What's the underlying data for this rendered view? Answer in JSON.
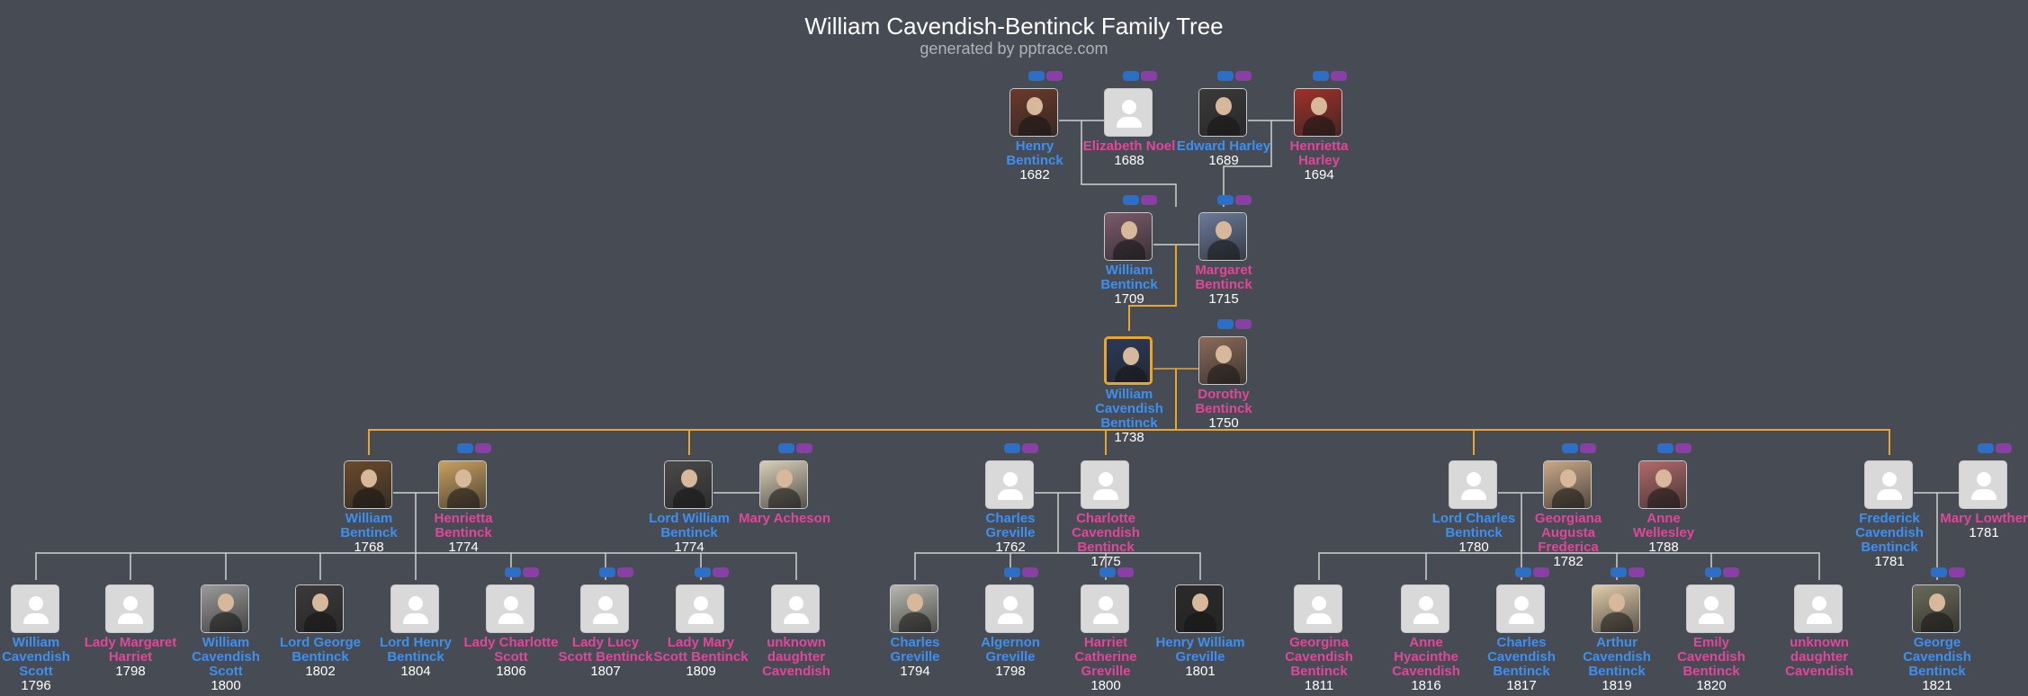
{
  "title": "William Cavendish-Bentinck Family Tree",
  "subtitle": "generated by pptrace.com",
  "colors": {
    "background": "#474c54",
    "male": "#3d8ff0",
    "female": "#e0469a",
    "lineage": "#e8a62a",
    "connector": "#d0d0d0"
  },
  "people": [
    {
      "id": "henry_bentinck",
      "name": "Henry Bentinck",
      "year": "1682",
      "sex": "m",
      "photo": "portrait",
      "tone": "#6b3a2a",
      "badges": true
    },
    {
      "id": "elizabeth_noel",
      "name": "Elizabeth Noel",
      "year": "1688",
      "sex": "f",
      "photo": "placeholder",
      "badges": true
    },
    {
      "id": "edward_harley",
      "name": "Edward Harley",
      "year": "1689",
      "sex": "m",
      "photo": "portrait",
      "tone": "#3a3a3a",
      "badges": true
    },
    {
      "id": "henrietta_harley",
      "name": "Henrietta Harley",
      "year": "1694",
      "sex": "f",
      "photo": "portrait",
      "tone": "#a0302a",
      "badges": true
    },
    {
      "id": "william_bentinck_1709",
      "name": "William Bentinck",
      "year": "1709",
      "sex": "m",
      "photo": "portrait",
      "tone": "#7a5a6a",
      "badges": true
    },
    {
      "id": "margaret_bentinck",
      "name": "Margaret Bentinck",
      "year": "1715",
      "sex": "f",
      "photo": "portrait",
      "tone": "#6a7a9a",
      "badges": true
    },
    {
      "id": "william_cavendish_bentinck",
      "name": "William Cavendish Bentinck",
      "year": "1738",
      "sex": "m",
      "photo": "portrait",
      "tone": "#2a3a5a",
      "highlight": true
    },
    {
      "id": "dorothy_bentinck",
      "name": "Dorothy Bentinck",
      "year": "1750",
      "sex": "f",
      "photo": "portrait",
      "tone": "#8a6a5a",
      "badges": true
    },
    {
      "id": "william_bentinck_1768",
      "name": "William Bentinck",
      "year": "1768",
      "sex": "m",
      "photo": "portrait",
      "tone": "#6a4a2a"
    },
    {
      "id": "henrietta_bentinck",
      "name": "Henrietta Bentinck",
      "year": "1774",
      "sex": "f",
      "photo": "portrait",
      "tone": "#c8a060",
      "badges": true
    },
    {
      "id": "lord_william_bentinck",
      "name": "Lord William Bentinck",
      "year": "1774",
      "sex": "m",
      "photo": "portrait",
      "tone": "#4a4a4a"
    },
    {
      "id": "mary_acheson",
      "name": "Mary Acheson",
      "year": "",
      "sex": "f",
      "photo": "portrait",
      "tone": "#d8cdb8",
      "badges": true
    },
    {
      "id": "charles_greville_1762",
      "name": "Charles Greville",
      "year": "1762",
      "sex": "m",
      "photo": "placeholder",
      "badges": true
    },
    {
      "id": "charlotte_cavendish_bentinck",
      "name": "Charlotte Cavendish Bentinck",
      "year": "1775",
      "sex": "f",
      "photo": "placeholder"
    },
    {
      "id": "lord_charles_bentinck",
      "name": "Lord Charles Bentinck",
      "year": "1780",
      "sex": "m",
      "photo": "placeholder"
    },
    {
      "id": "georgiana_augusta_frederica",
      "name": "Georgiana Augusta Frederica",
      "year": "1782",
      "sex": "f",
      "photo": "portrait",
      "tone": "#c8a888",
      "badges": true
    },
    {
      "id": "anne_wellesley",
      "name": "Anne Wellesley",
      "year": "1788",
      "sex": "f",
      "photo": "portrait",
      "tone": "#b06a6a",
      "badges": true
    },
    {
      "id": "frederick_cavendish_bentinck",
      "name": "Frederick Cavendish Bentinck",
      "year": "1781",
      "sex": "m",
      "photo": "placeholder"
    },
    {
      "id": "mary_lowther",
      "name": "Mary Lowther",
      "year": "1781",
      "sex": "f",
      "photo": "placeholder",
      "badges": true
    },
    {
      "id": "william_cavendish_scott",
      "name": "William Cavendish Scott",
      "year": "1796",
      "sex": "m",
      "photo": "placeholder"
    },
    {
      "id": "lady_margaret_harriet",
      "name": "Lady Margaret Harriet",
      "year": "1798",
      "sex": "f",
      "photo": "placeholder"
    },
    {
      "id": "william_cavendish_scott_1800",
      "name": "William Cavendish Scott",
      "year": "1800",
      "sex": "m",
      "photo": "portrait",
      "tone": "#9a9a9a"
    },
    {
      "id": "lord_george_bentinck",
      "name": "Lord George Bentinck",
      "year": "1802",
      "sex": "m",
      "photo": "portrait",
      "tone": "#3a3a3a"
    },
    {
      "id": "lord_henry_bentinck",
      "name": "Lord Henry Bentinck",
      "year": "1804",
      "sex": "m",
      "photo": "placeholder"
    },
    {
      "id": "lady_charlotte_scott",
      "name": "Lady Charlotte Scott",
      "year": "1806",
      "sex": "f",
      "photo": "placeholder",
      "badges": true
    },
    {
      "id": "lady_lucy_scott_bentinck",
      "name": "Lady Lucy Scott Bentinck",
      "year": "1807",
      "sex": "f",
      "photo": "placeholder",
      "badges": true
    },
    {
      "id": "lady_mary_scott_bentinck",
      "name": "Lady Mary Scott Bentinck",
      "year": "1809",
      "sex": "f",
      "photo": "placeholder",
      "badges": true
    },
    {
      "id": "unknown_daughter_cavendish_1",
      "name": "unknown daughter Cavendish",
      "year": "",
      "sex": "f",
      "photo": "placeholder"
    },
    {
      "id": "charles_greville_1794",
      "name": "Charles Greville",
      "year": "1794",
      "sex": "m",
      "photo": "portrait",
      "tone": "#b8b8b0"
    },
    {
      "id": "algernon_greville",
      "name": "Algernon Greville",
      "year": "1798",
      "sex": "m",
      "photo": "placeholder",
      "badges": true
    },
    {
      "id": "harriet_catherine_greville",
      "name": "Harriet Catherine Greville",
      "year": "1800",
      "sex": "f",
      "photo": "placeholder",
      "badges": true
    },
    {
      "id": "henry_william_greville",
      "name": "Henry William Greville",
      "year": "1801",
      "sex": "m",
      "photo": "portrait",
      "tone": "#2a2a2a"
    },
    {
      "id": "georgina_cavendish_bentinck",
      "name": "Georgina Cavendish Bentinck",
      "year": "1811",
      "sex": "f",
      "photo": "placeholder"
    },
    {
      "id": "anne_hyacinthe_cavendish",
      "name": "Anne Hyacinthe Cavendish",
      "year": "1816",
      "sex": "f",
      "photo": "placeholder"
    },
    {
      "id": "charles_cavendish_bentinck",
      "name": "Charles Cavendish Bentinck",
      "year": "1817",
      "sex": "m",
      "photo": "placeholder",
      "badges": true
    },
    {
      "id": "arthur_cavendish_bentinck",
      "name": "Arthur Cavendish Bentinck",
      "year": "1819",
      "sex": "m",
      "photo": "portrait",
      "tone": "#e0ccaa",
      "badges": true
    },
    {
      "id": "emily_cavendish_bentinck",
      "name": "Emily Cavendish Bentinck",
      "year": "1820",
      "sex": "f",
      "photo": "placeholder",
      "badges": true
    },
    {
      "id": "unknown_daughter_cavendish_2",
      "name": "unknown daughter Cavendish",
      "year": "",
      "sex": "f",
      "photo": "placeholder"
    },
    {
      "id": "george_cavendish_bentinck",
      "name": "George Cavendish Bentinck",
      "year": "1821",
      "sex": "m",
      "photo": "portrait",
      "tone": "#6a6a5a",
      "badges": true
    }
  ]
}
